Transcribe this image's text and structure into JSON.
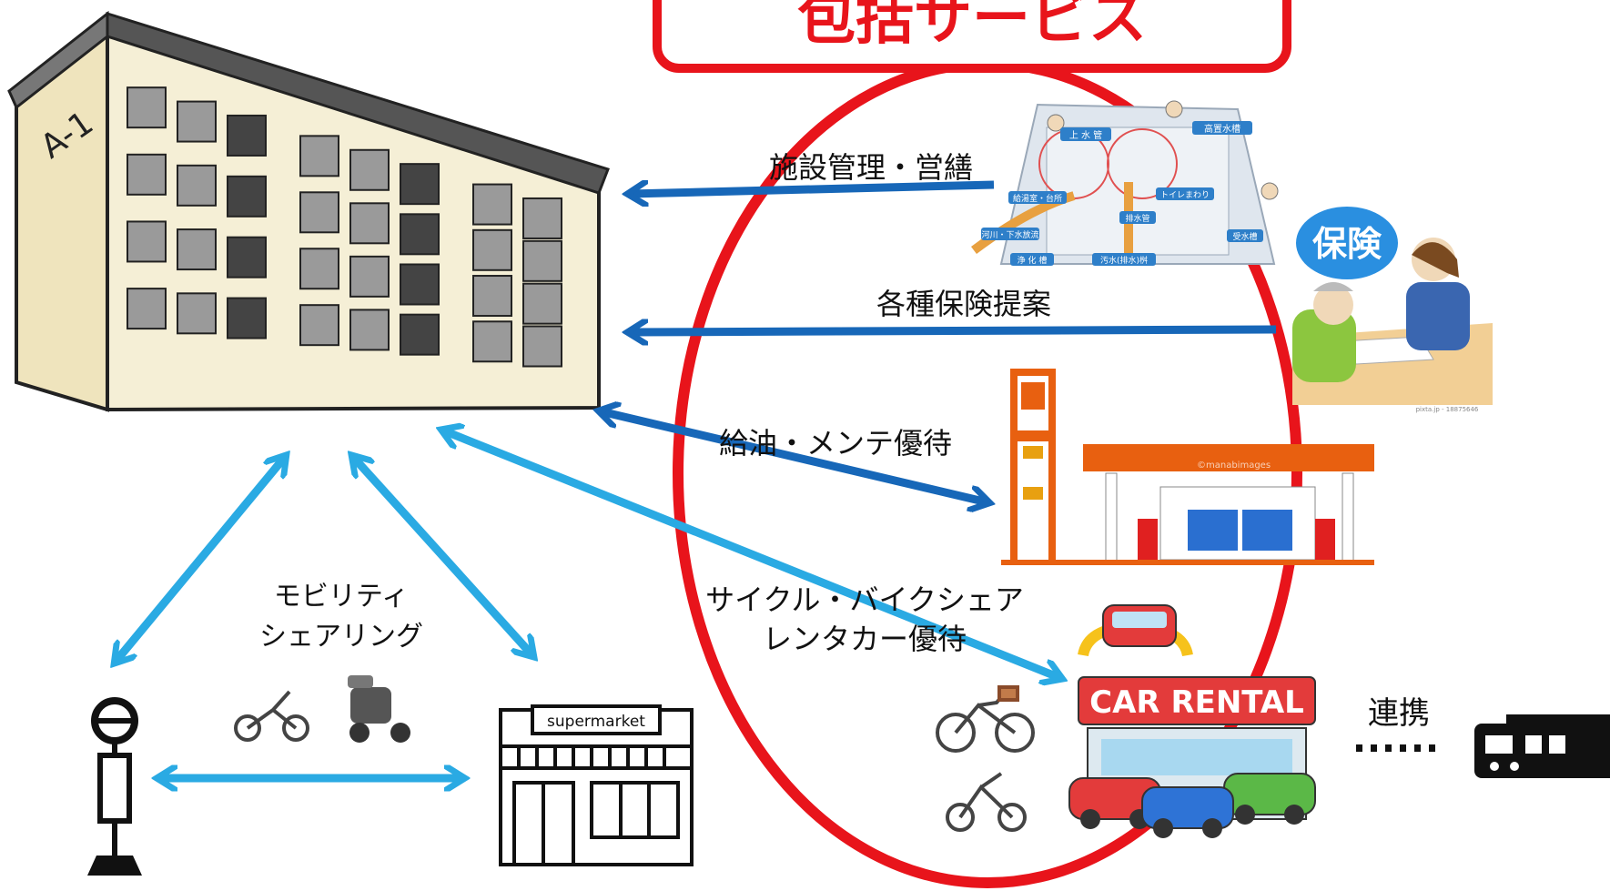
{
  "title_box": {
    "text": "包括サービス"
  },
  "building": {
    "sign": "A-1"
  },
  "services": {
    "facility": "施設管理・営繕",
    "insurance": "各種保険提案",
    "fuel": "給油・メンテ優待",
    "cycle_line1": "サイクル・バイクシェア",
    "cycle_line2": "レンタカー優待"
  },
  "facility_labels": [
    "上 水 管",
    "高置水槽",
    "給湯室・台所",
    "トイレまわり",
    "排水管",
    "河川・下水放流",
    "浄 化 槽",
    "汚水(排水)桝",
    "受水槽"
  ],
  "insurance_badge": "保険",
  "credit": "pixta.jp - 18875646",
  "station_watermark": "©manabimages",
  "mobility": {
    "line1": "モビリティ",
    "line2": "シェアリング"
  },
  "supermarket": "supermarket",
  "rental_sign": "CAR RENTAL",
  "partnership": "連携",
  "colors": {
    "dark_arrow": "#1767b8",
    "light_arrow": "#2aaae3",
    "circle": "#e8141b",
    "station_orange": "#e86010"
  }
}
